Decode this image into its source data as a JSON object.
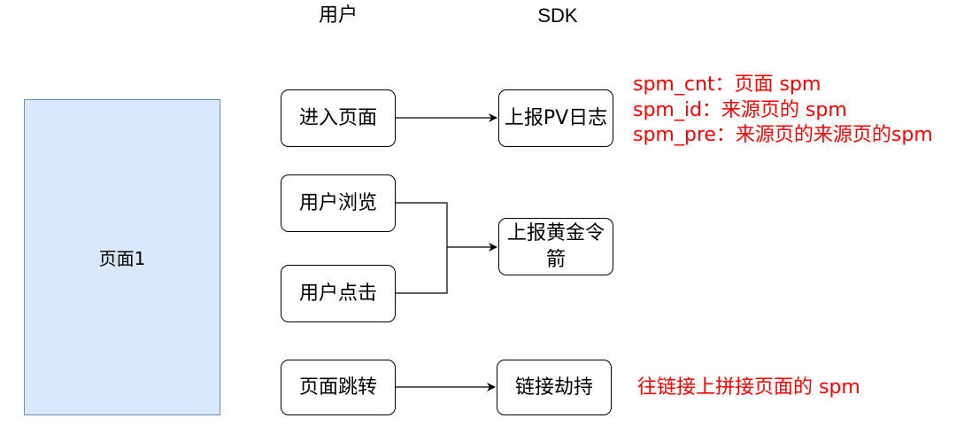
{
  "lanes": {
    "user": "用户",
    "sdk": "SDK"
  },
  "page_panel": {
    "label": "页面1"
  },
  "user_actions": {
    "enter": "进入页面",
    "browse": "用户浏览",
    "click": "用户点击",
    "jump": "页面跳转"
  },
  "sdk_actions": {
    "pv_log": "上报PV日志",
    "golden_arrow": "上报黄金令箭",
    "link_hijack": "链接劫持"
  },
  "notes": {
    "pv": [
      "spm_cnt：页面 spm",
      "spm_id：来源页的 spm",
      "spm_pre：来源页的来源页的spm"
    ],
    "hijack": "往链接上拼接页面的 spm"
  },
  "colors": {
    "panel_fill": "#dae8fc",
    "panel_stroke": "#6c8ebf",
    "note_text": "#ff0000",
    "stroke": "#000000"
  }
}
